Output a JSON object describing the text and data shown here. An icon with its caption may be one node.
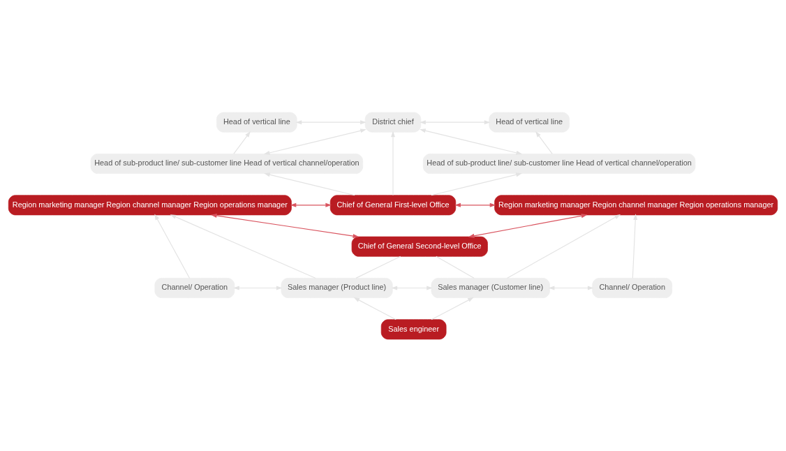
{
  "diagram": {
    "nodes": [
      {
        "text": [
          "Head of vertical line"
        ]
      },
      {
        "text": [
          "District chief"
        ]
      },
      {
        "text": [
          "Head of vertical line"
        ]
      },
      {
        "text": [
          "Head of sub-product line/ sub-customer line Head of vertical channel/operation"
        ]
      },
      {
        "text": [
          "Head of sub-product line/ sub-customer line Head of vertical channel/operation"
        ]
      },
      {
        "text": [
          "Region marketing manager Region channel manager Region operations manager"
        ]
      },
      {
        "text": [
          "Chief of General First-level Office"
        ]
      },
      {
        "text": [
          "Region marketing manager Region channel manager Region operations manager"
        ]
      },
      {
        "text": [
          "Chief of General Second-level Office"
        ]
      },
      {
        "text": [
          "Channel/ Operation"
        ]
      },
      {
        "text": [
          "Sales manager (Product line)"
        ]
      },
      {
        "text": [
          "Sales manager (Customer line)"
        ]
      },
      {
        "text": [
          "Channel/ Operation"
        ]
      },
      {
        "text": [
          "Sales engineer"
        ]
      }
    ],
    "edges": [
      {
        "from": 0,
        "to": 1,
        "arrow": "both"
      },
      {
        "from": 1,
        "to": 2,
        "arrow": "both"
      },
      {
        "from": 3,
        "to": 0,
        "arrow": "to"
      },
      {
        "from": 1,
        "to": 3,
        "arrow": "both"
      },
      {
        "from": 6,
        "to": 1,
        "arrow": "to"
      },
      {
        "from": 1,
        "to": 4,
        "arrow": "both"
      },
      {
        "from": 4,
        "to": 2,
        "arrow": "to"
      },
      {
        "from": 6,
        "to": 3,
        "arrow": "to"
      },
      {
        "from": 6,
        "to": 4,
        "arrow": "to"
      },
      {
        "from": 5,
        "to": 6,
        "arrow": "both",
        "color": "#d9545f"
      },
      {
        "from": 5,
        "to": 8,
        "arrow": "both",
        "color": "#d9545f"
      },
      {
        "from": 6,
        "to": 7,
        "arrow": "both",
        "color": "#d9545f"
      },
      {
        "from": 8,
        "to": 7,
        "arrow": "both",
        "color": "#d9545f"
      },
      {
        "from": 9,
        "to": 5,
        "arrow": "to"
      },
      {
        "from": 10,
        "to": 5,
        "arrow": "to"
      },
      {
        "from": 8,
        "to": 10,
        "arrow": "none"
      },
      {
        "from": 8,
        "to": 11,
        "arrow": "none"
      },
      {
        "from": 11,
        "to": 7,
        "arrow": "to"
      },
      {
        "from": 12,
        "to": 7,
        "arrow": "to"
      },
      {
        "from": 9,
        "to": 10,
        "arrow": "both"
      },
      {
        "from": 10,
        "to": 11,
        "arrow": "both"
      },
      {
        "from": 11,
        "to": 12,
        "arrow": "both"
      },
      {
        "from": 13,
        "to": 10,
        "arrow": "to"
      },
      {
        "from": 13,
        "to": 11,
        "arrow": "to"
      }
    ]
  }
}
